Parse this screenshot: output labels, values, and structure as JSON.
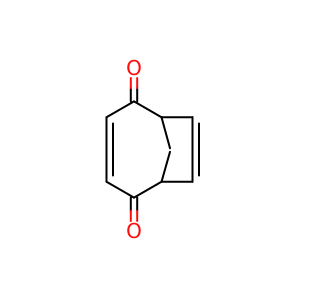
{
  "molecule": {
    "atoms": [
      {
        "id": "O1",
        "element": "O",
        "label": "O",
        "color": "#ff0d0d"
      },
      {
        "id": "O2",
        "element": "O",
        "label": "O",
        "color": "#ff0d0d"
      }
    ],
    "bond_color": "#000000"
  }
}
